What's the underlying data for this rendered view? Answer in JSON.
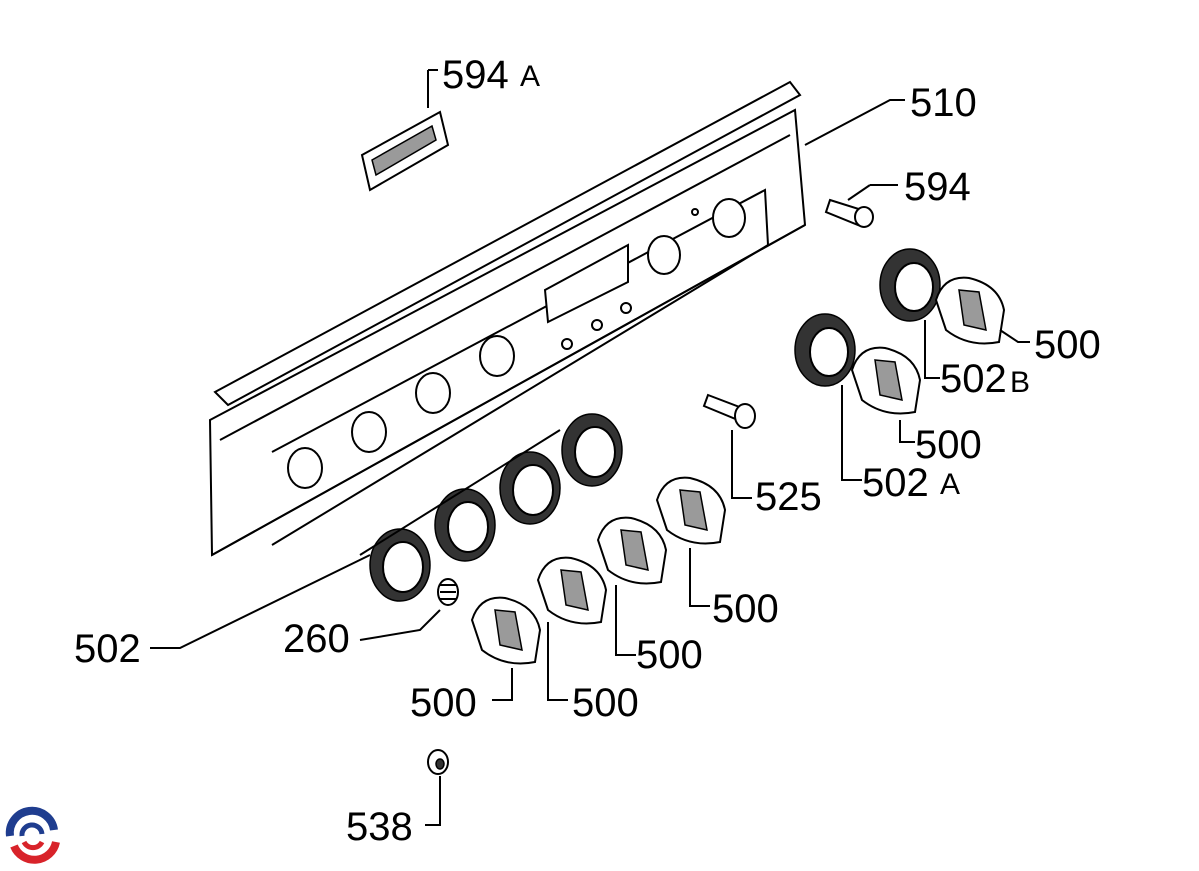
{
  "labels": {
    "p594a_num": "594",
    "p594a_suffix": "A",
    "p510": "510",
    "p594": "594",
    "p500_a": "500",
    "p502b_num": "502",
    "p502b_suffix": "B",
    "p500_b": "500",
    "p525": "525",
    "p502a_num": "502",
    "p502a_suffix": "A",
    "p500_c": "500",
    "p500_d": "500",
    "p502": "502",
    "p260": "260",
    "p500_e": "500",
    "p500_f": "500",
    "p538": "538"
  },
  "logo": {
    "colors": [
      "#1f3d8f",
      "#d8232a"
    ]
  }
}
